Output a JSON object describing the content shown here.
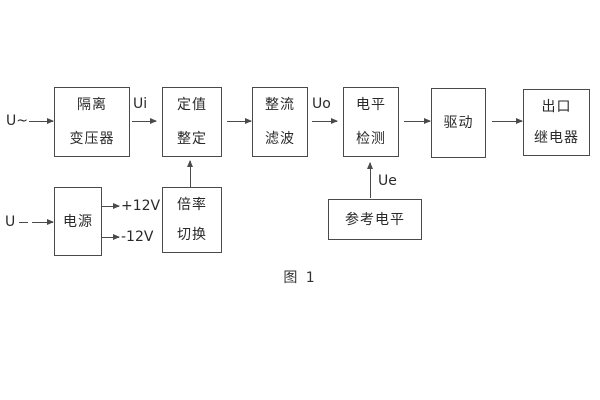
{
  "figure": {
    "caption": "图 1",
    "colors": {
      "line": "#4a4a4a",
      "text": "#2a2a2a",
      "background": "#ffffff"
    },
    "inputs": {
      "ac_label": "U~",
      "dc_label": "U"
    },
    "signals": {
      "ui": "Ui",
      "uo": "Uo",
      "ue": "Ue",
      "plus_12v": "+12V",
      "minus_12v": "-12V"
    },
    "blocks": {
      "isolation_transformer": {
        "line1": "隔离",
        "line2": "变压器"
      },
      "setting_adjust": {
        "line1": "定值",
        "line2": "整定"
      },
      "rectifier_filter": {
        "line1": "整流",
        "line2": "滤波"
      },
      "level_detect": {
        "line1": "电平",
        "line2": "检测"
      },
      "driver": {
        "label": "驱动"
      },
      "output_relay": {
        "line1": "出口",
        "line2": "继电器"
      },
      "power_supply": {
        "label": "电源"
      },
      "ratio_switch": {
        "line1": "倍率",
        "line2": "切换"
      },
      "reference_level": {
        "label": "参考电平"
      }
    }
  }
}
